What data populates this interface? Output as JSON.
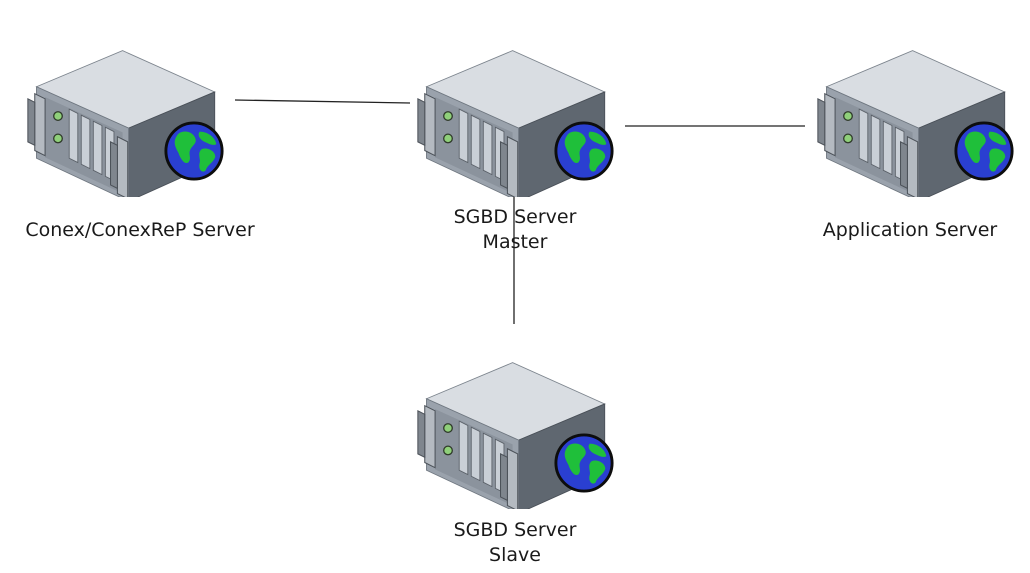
{
  "diagram": {
    "nodes": [
      {
        "id": "conex",
        "label_lines": [
          "Conex/ConexReP Server"
        ],
        "icon": "server-globe-icon"
      },
      {
        "id": "master",
        "label_lines": [
          "SGBD Server",
          "Master"
        ],
        "icon": "server-globe-icon"
      },
      {
        "id": "app",
        "label_lines": [
          "Application Server"
        ],
        "icon": "server-globe-icon"
      },
      {
        "id": "slave",
        "label_lines": [
          "SGBD Server",
          "Slave"
        ],
        "icon": "server-globe-icon"
      }
    ],
    "edges": [
      {
        "from": "conex",
        "to": "master"
      },
      {
        "from": "master",
        "to": "app"
      },
      {
        "from": "master",
        "to": "slave"
      }
    ],
    "colors": {
      "server_top": "#d9dde2",
      "server_front": "#9aa2ac",
      "server_side": "#5f6770",
      "bay": "#c9cfd6",
      "led": "#8fd07a",
      "globe_ocean": "#2a3fd1",
      "globe_land": "#1fbf3a",
      "line": "#222222"
    }
  }
}
